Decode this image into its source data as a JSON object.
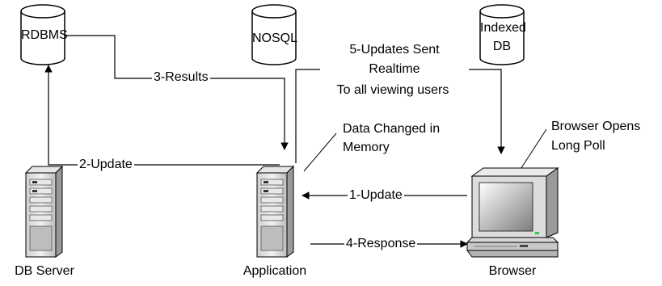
{
  "databases": {
    "rdbms": "RDBMS",
    "nosql": "NOSQL",
    "indexed_line1": "Indexed",
    "indexed_line2": "DB"
  },
  "machines": {
    "db_server": "DB Server",
    "application": "Application",
    "browser": "Browser"
  },
  "arrows": {
    "update_2": "2-Update",
    "results_3": "3-Results",
    "updates_sent_line1": "5-Updates Sent",
    "updates_sent_line2": "Realtime",
    "updates_sent_line3": "To all viewing users",
    "update_1": "1-Update",
    "response_4": "4-Response"
  },
  "callouts": {
    "data_changed_line1": "Data Changed in",
    "data_changed_line2": "Memory",
    "browser_opens_line1": "Browser Opens",
    "browser_opens_line2": "Long Poll"
  }
}
